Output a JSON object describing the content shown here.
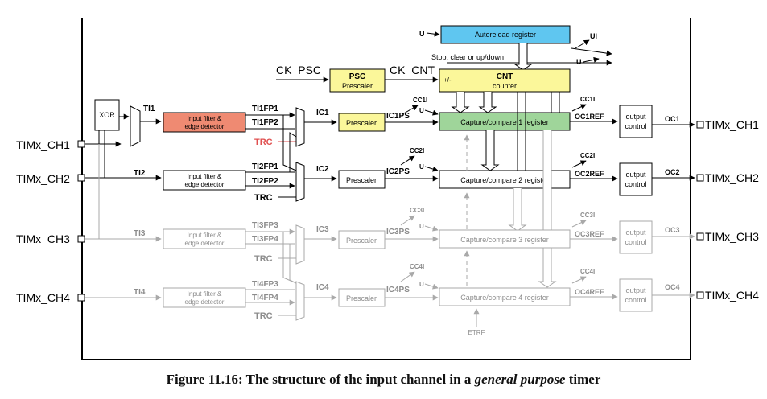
{
  "colors": {
    "black": "#000000",
    "gray": "#a9a9a9",
    "gray_text": "#8c8c8c",
    "filter_fill": "#ef8a72",
    "autoreload_fill": "#5fc6f0",
    "yellow_fill": "#fbf79a",
    "green_fill": "#9fd59a",
    "trc_red": "#e05050",
    "gray_fill": "#f3f3f3"
  },
  "pins": {
    "ch1": "TIMx_CH1",
    "ch2": "TIMx_CH2",
    "ch3": "TIMx_CH3",
    "ch4": "TIMx_CH4"
  },
  "counter": {
    "autoreload": "Autoreload register",
    "u": "U",
    "ui": "UI",
    "stop_clear": "Stop, clear or up/down",
    "ck_psc": "CK_PSC",
    "psc_title": "PSC",
    "psc_sub": "Prescaler",
    "ck_cnt": "CK_CNT",
    "cnt_title": "CNT",
    "cnt_sub": "counter",
    "plus_minus": "+/-"
  },
  "input": {
    "xor": "XOR",
    "ti1": "TI1",
    "ti2": "TI2",
    "ti3": "TI3",
    "ti4": "TI4",
    "filter_line1": "Input filter &",
    "filter_line2": "edge detector",
    "ti1fp1": "TI1FP1",
    "ti1fp2": "TI1FP2",
    "ti2fp1": "TI2FP1",
    "ti2fp2": "TI2FP2",
    "ti3fp3": "TI3FP3",
    "ti3fp4": "TI3FP4",
    "ti4fp3": "TI4FP3",
    "ti4fp4": "TI4FP4",
    "trc": "TRC",
    "ic1": "IC1",
    "ic2": "IC2",
    "ic3": "IC3",
    "ic4": "IC4",
    "prescaler": "Prescaler",
    "ic1ps": "IC1PS",
    "ic2ps": "IC2PS",
    "ic3ps": "IC3PS",
    "ic4ps": "IC4PS"
  },
  "capture": {
    "cc1": "Capture/compare 1 register",
    "cc2": "Capture/compare 2 register",
    "cc3": "Capture/compare 3 register",
    "cc4": "Capture/compare 4 register",
    "cc1i": "CC1I",
    "cc2i": "CC2I",
    "cc3i": "CC3I",
    "cc4i": "CC4I",
    "u": "U",
    "etrf": "ETRF"
  },
  "output": {
    "oc1ref": "OC1REF",
    "oc2ref": "OC2REF",
    "oc3ref": "OC3REF",
    "oc4ref": "OC4REF",
    "oc_line1": "output",
    "oc_line2": "control",
    "oc1": "OC1",
    "oc2": "OC2",
    "oc3": "OC3",
    "oc4": "OC4"
  },
  "caption": {
    "prefix": "Figure 11.16: The structure of the input channel in a ",
    "emph": "general purpose",
    "suffix": " timer"
  }
}
